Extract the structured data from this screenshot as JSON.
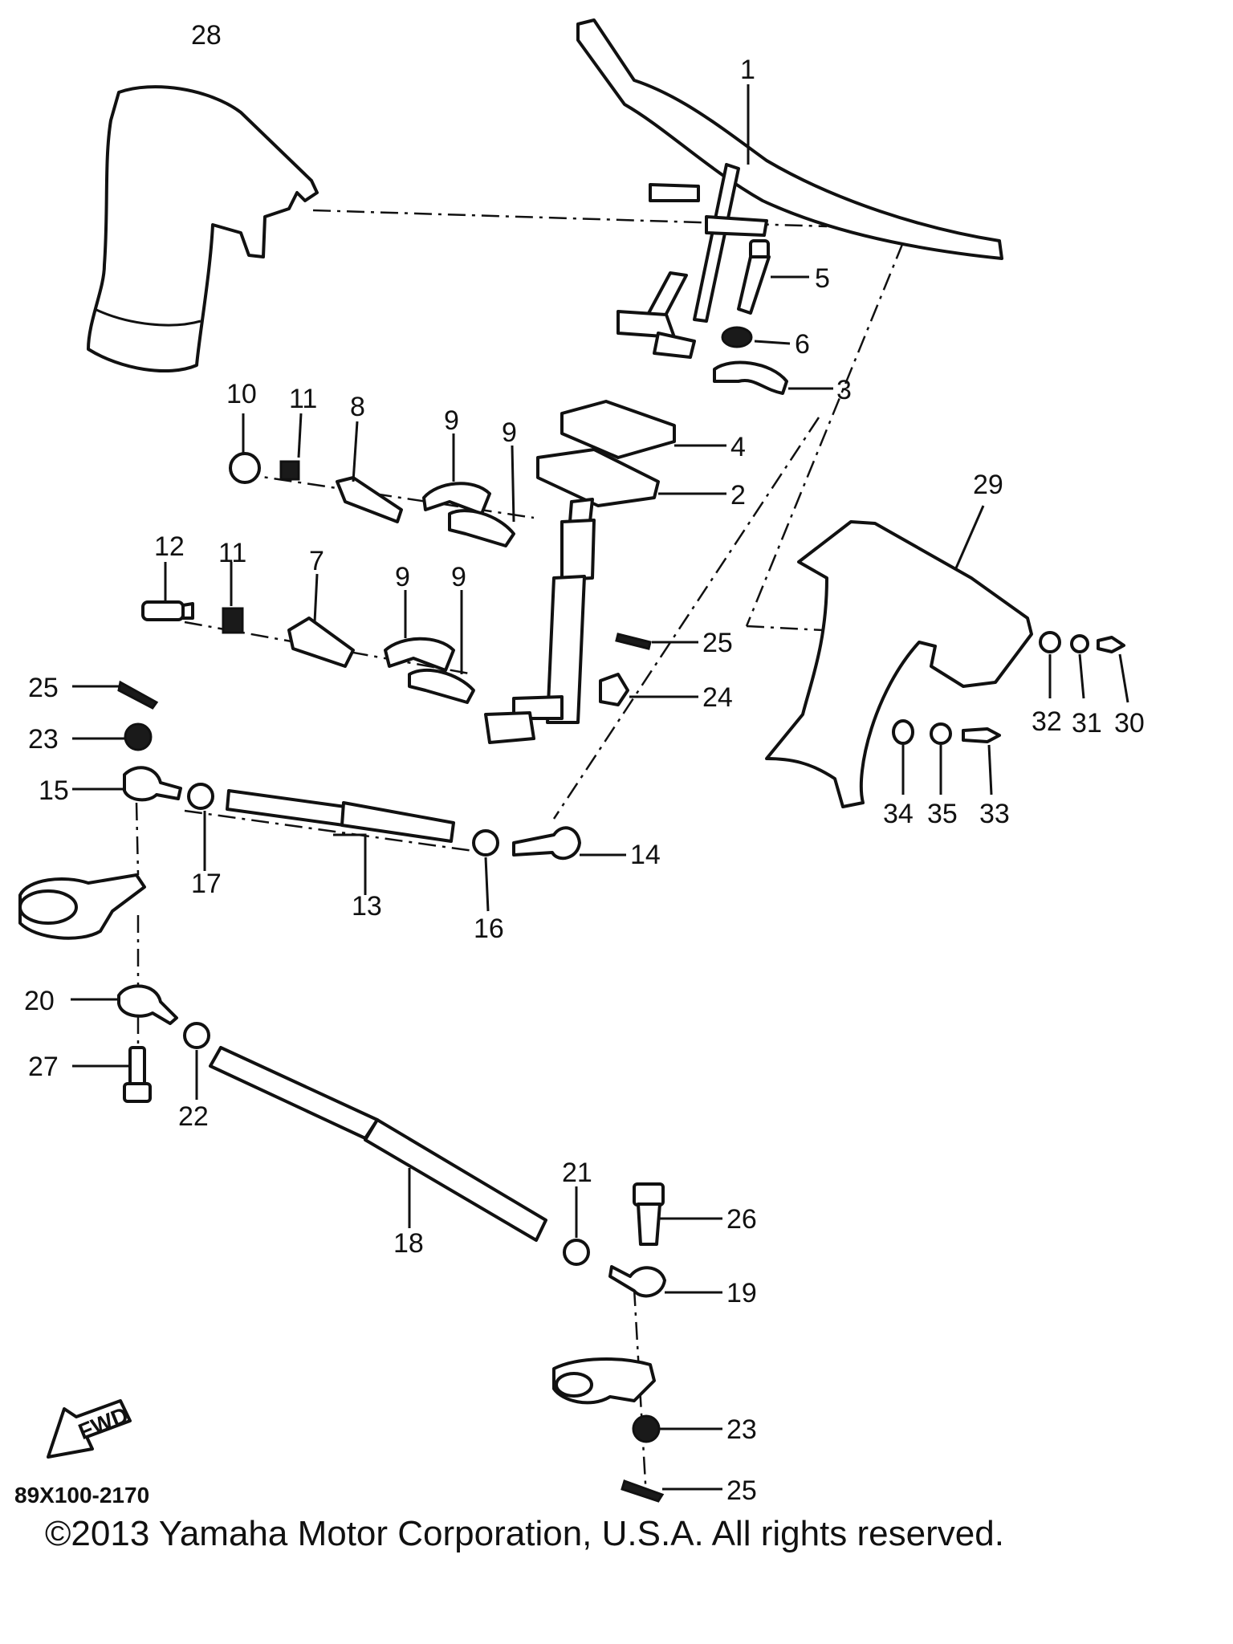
{
  "diagram_code": "89X100-2170",
  "copyright": "©2013 Yamaha Motor Corporation, U.S.A. All rights reserved.",
  "fwd_label": "FWD",
  "callouts": {
    "c1": "1",
    "c2": "2",
    "c3": "3",
    "c4": "4",
    "c5": "5",
    "c6": "6",
    "c7": "7",
    "c8": "8",
    "c9a": "9",
    "c9b": "9",
    "c9c": "9",
    "c9d": "9",
    "c10": "10",
    "c11a": "11",
    "c11b": "11",
    "c12": "12",
    "c13": "13",
    "c14": "14",
    "c15": "15",
    "c16": "16",
    "c17": "17",
    "c18": "18",
    "c19": "19",
    "c20": "20",
    "c21": "21",
    "c22": "22",
    "c23a": "23",
    "c23b": "23",
    "c24": "24",
    "c25a": "25",
    "c25b": "25",
    "c25c": "25",
    "c26": "26",
    "c27": "27",
    "c28": "28",
    "c29": "29",
    "c30": "30",
    "c31": "31",
    "c32": "32",
    "c33": "33",
    "c34": "34",
    "c35": "35"
  }
}
